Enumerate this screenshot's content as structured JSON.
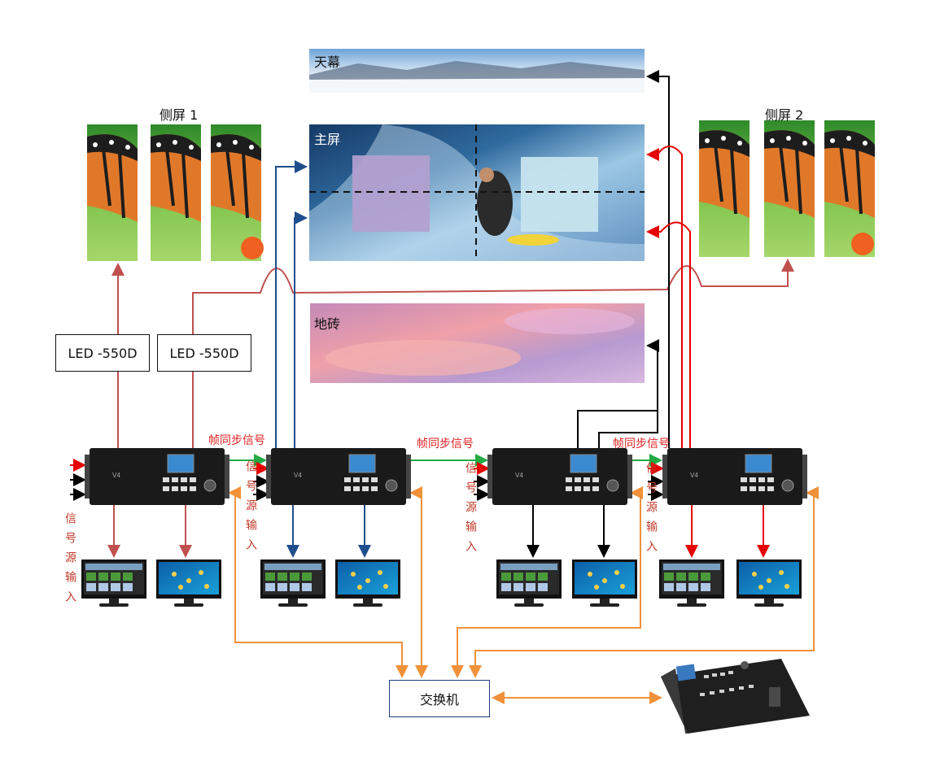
{
  "screens": {
    "sky": "天幕",
    "main": "主屏",
    "floor": "地砖",
    "side1": "侧屏 1",
    "side2": "侧屏 2"
  },
  "devices": {
    "led_converter_1": "LED -550D",
    "led_converter_2": "LED -550D",
    "switch": "交换机",
    "processor_brand": "V4"
  },
  "signals": {
    "frame_sync": "帧同步信号",
    "source_input": "信号源输入"
  },
  "colors": {
    "red_line": "#c0504d",
    "bright_red": "#e60000",
    "blue_line": "#1f4e8c",
    "green_line": "#22aa44",
    "orange_line": "#f0913a",
    "black_line": "#000000"
  }
}
